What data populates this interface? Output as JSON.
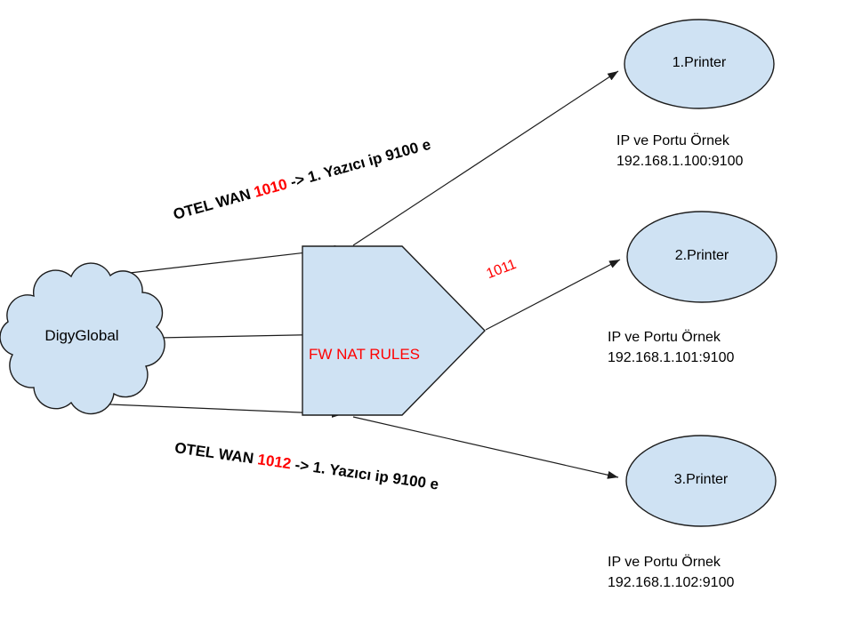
{
  "cloud": {
    "label": "DigyGlobal"
  },
  "firewall": {
    "label": "FW NAT RULES"
  },
  "printers": [
    {
      "label": "1.Printer",
      "note_title": "IP ve Portu Örnek",
      "note_address": "192.168.1.100:9100"
    },
    {
      "label": "2.Printer",
      "note_title": "IP ve Portu Örnek",
      "note_address": "192.168.1.101:9100"
    },
    {
      "label": "3.Printer",
      "note_title": "IP ve Portu Örnek",
      "note_address": "192.168.1.102:9100"
    }
  ],
  "nat_labels": {
    "top": {
      "prefix": "OTEL WAN ",
      "port": "1010",
      "suffix": " -> 1. Yazıcı ip 9100 e"
    },
    "middle_port": "1011",
    "bottom": {
      "prefix": "OTEL WAN ",
      "port": "1012",
      "suffix": " -> 1. Yazıcı ip 9100 e"
    }
  },
  "colors": {
    "shape_fill": "#cfe2f3",
    "shape_stroke": "#1c1c1c",
    "accent_red": "#ff0000",
    "text": "#000000",
    "background": "#ffffff"
  }
}
